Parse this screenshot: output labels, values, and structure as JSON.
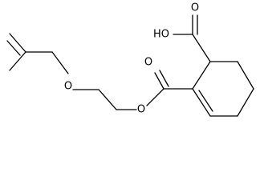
{
  "structure": {
    "atom_labels": {
      "carboxylic_acid_hydroxyl": "HO",
      "carboxylic_acid_carbonyl_oxygen": "O",
      "ester_carbonyl_oxygen": "O",
      "ester_oxygen": "O",
      "ether_oxygen": "O"
    }
  },
  "colors": {
    "bond": "#000000",
    "label": "#000000",
    "background": "#ffffff"
  }
}
